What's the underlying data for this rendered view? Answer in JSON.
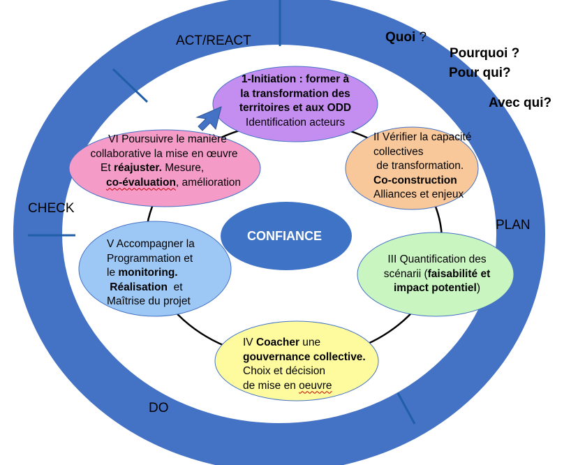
{
  "colors": {
    "ring": "#4472c4",
    "ring_divider": "#1f5fa8",
    "initiation": "#c48df0",
    "verifier": "#f8c89a",
    "quantification": "#c9f5c0",
    "coacher": "#fdfb9e",
    "accompagner": "#9dc8f5",
    "poursuivre": "#f59bc8",
    "confiance": "#3f73c5",
    "arrow": "#4472c4"
  },
  "ring_labels": {
    "act": "ACT/REACT",
    "plan": "PLAN",
    "do": "DO",
    "check": "CHECK"
  },
  "questions": {
    "quoi_bold": "Quoi",
    "quoi_rest": " ?",
    "pourquoi": "Pourquoi ?",
    "pour_qui": "Pour qui?",
    "avec_qui": "Avec qui?"
  },
  "center": "CONFIANCE",
  "steps": {
    "initiation": {
      "line1": "1-Initiation : former à",
      "line2": "la transformation des",
      "line3": "territoires  et aux ODD",
      "line4": "Identification  acteurs"
    },
    "verifier": {
      "line1": "II Vérifier la capacité",
      "line2": "collectives",
      "line3": " de transformation.",
      "line4": "Co-construction",
      "line5": "Alliances et enjeux"
    },
    "quantification": {
      "line1": "III Quantification des",
      "line2a": "scénarii (",
      "line2b": "faisabilité et",
      "line3a": "impact potentiel",
      "line3b": ")"
    },
    "coacher": {
      "line1a": "IV ",
      "line1b": "Coacher",
      "line1c": " une",
      "line2": "gouvernance collective.",
      "line3": "Choix et décision",
      "line4a": "de mise en ",
      "line4b": "oeuvre"
    },
    "accompagner": {
      "line1": "V Accompagner la",
      "line2": "Programmation et",
      "line3a": "le ",
      "line3b": "monitoring.",
      "line4a": " Réalisation",
      "line4b": "  et",
      "line5": "Maîtrise du projet"
    },
    "poursuivre": {
      "line1": "VI Poursuivre le manière",
      "line2": "collaborative la mise en œuvre",
      "line3a": "Et ",
      "line3b": "réajuster.",
      "line3c": " Mesure,",
      "line4a": "co-évaluation",
      "line4b": ", amélioration"
    }
  }
}
